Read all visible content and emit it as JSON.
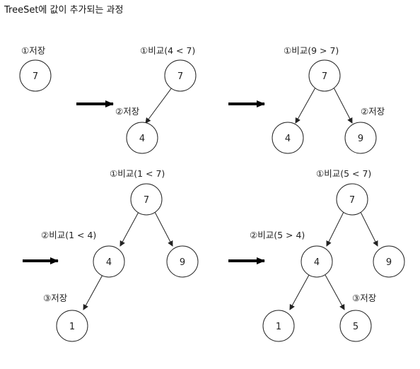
{
  "title": "TreeSet에 값이 추가되는 과정",
  "steps": [
    {
      "nodes": [
        "7"
      ],
      "labels": [
        "①저장"
      ]
    },
    {
      "nodes": [
        "7",
        "4"
      ],
      "labels": [
        "①비교(4 < 7)",
        "②저장"
      ]
    },
    {
      "nodes": [
        "7",
        "4",
        "9"
      ],
      "labels": [
        "①비교(9 > 7)",
        "②저장"
      ]
    },
    {
      "nodes": [
        "7",
        "4",
        "9",
        "1"
      ],
      "labels": [
        "①비교(1 < 7)",
        "②비교(1 < 4)",
        "③저장"
      ]
    },
    {
      "nodes": [
        "7",
        "4",
        "9",
        "1",
        "5"
      ],
      "labels": [
        "①비교(5 < 7)",
        "②비교(5 > 4)",
        "③저장"
      ]
    }
  ]
}
